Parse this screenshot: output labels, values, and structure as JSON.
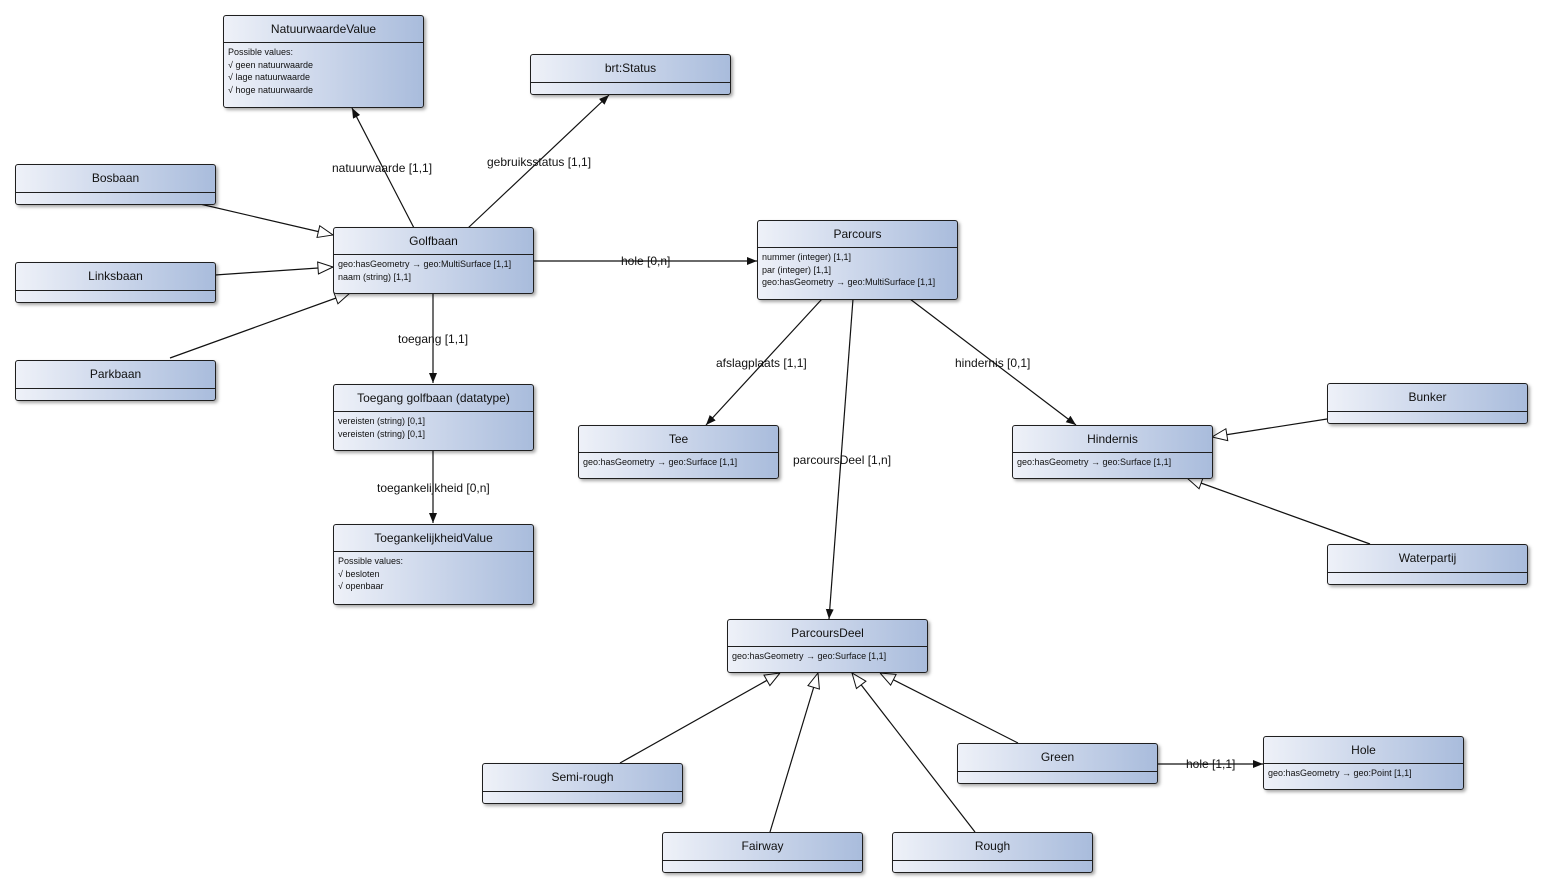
{
  "classes": {
    "natuurwaardevalue": {
      "name": "NatuurwaardeValue",
      "lines": [
        "Possible values:",
        "√ geen natuurwaarde",
        "√ lage natuurwaarde",
        "√ hoge natuurwaarde"
      ]
    },
    "brtstatus": {
      "name": "brt:Status"
    },
    "bosbaan": {
      "name": "Bosbaan"
    },
    "linksbaan": {
      "name": "Linksbaan"
    },
    "parkbaan": {
      "name": "Parkbaan"
    },
    "golfbaan": {
      "name": "Golfbaan",
      "lines": [
        "geo:hasGeometry → geo:MultiSurface [1,1]",
        "naam (string) [1,1]"
      ]
    },
    "toeganggolfbaan": {
      "name": "Toegang golfbaan (datatype)",
      "lines": [
        "vereisten (string) [0,1]",
        "vereisten (string) [0,1]"
      ]
    },
    "toegankelijkheidvalue": {
      "name": "ToegankelijkheidValue",
      "lines": [
        "Possible values:",
        "√ besloten",
        "√ openbaar"
      ]
    },
    "parcours": {
      "name": "Parcours",
      "lines": [
        "nummer (integer) [1,1]",
        "par (integer) [1,1]",
        "geo:hasGeometry → geo:MultiSurface [1,1]"
      ]
    },
    "tee": {
      "name": "Tee",
      "lines": [
        "geo:hasGeometry → geo:Surface [1,1]"
      ]
    },
    "hindernis": {
      "name": "Hindernis",
      "lines": [
        "geo:hasGeometry → geo:Surface [1,1]"
      ]
    },
    "bunker": {
      "name": "Bunker"
    },
    "waterpartij": {
      "name": "Waterpartij"
    },
    "parcoursdeel": {
      "name": "ParcoursDeel",
      "lines": [
        "geo:hasGeometry → geo:Surface [1,1]"
      ]
    },
    "semirough": {
      "name": "Semi-rough"
    },
    "fairway": {
      "name": "Fairway"
    },
    "rough": {
      "name": "Rough"
    },
    "green": {
      "name": "Green"
    },
    "hole": {
      "name": "Hole",
      "lines": [
        "geo:hasGeometry → geo:Point [1,1]"
      ]
    }
  },
  "associations": {
    "natuurwaarde": "natuurwaarde [1,1]",
    "gebruiksstatus": "gebruiksstatus [1,1]",
    "hole_golfbaan": "hole [0,n]",
    "toegang": "toegang [1,1]",
    "toegankelijkheid": "toegankelijkheid [0,n]",
    "afslagplaats": "afslagplaats [1,1]",
    "hindernis": "hindernis [0,1]",
    "parcoursdeel": "parcoursDeel [1,n]",
    "hole_green": "hole [1,1]"
  }
}
